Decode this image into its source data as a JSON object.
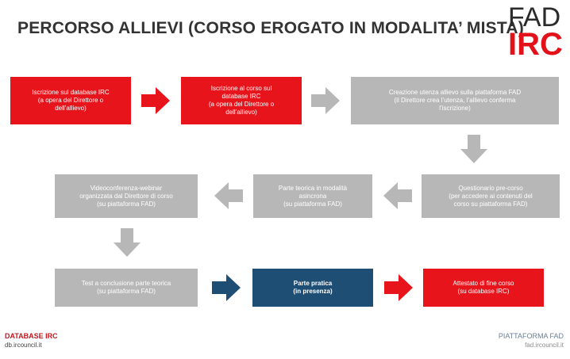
{
  "title": "PERCORSO ALLIEVI (CORSO EROGATO IN MODALITA’ MISTA)",
  "logo": {
    "line1": "FAD",
    "line2": "IRC"
  },
  "steps": [
    {
      "text": "Iscrizione sul database IRC\n(a opera del Direttore o\ndell’allievo)",
      "color": "red"
    },
    {
      "text": "Iscrizione al corso sul\ndatabase IRC\n(a opera del Direttore o\ndell’allievo)",
      "color": "red"
    },
    {
      "text": "Creazione utenza allievo sulla piattaforma FAD\n(il Direttore crea l’utenza, l’allievo conferma\nl’iscrizione)",
      "color": "grey"
    },
    {
      "text": "Questionario pre-corso\n(per accedere ai contenuti del\ncorso su piattaforma FAD)",
      "color": "grey"
    },
    {
      "text": "Parte teorica in modalità\nasincrona\n(su piattaforma FAD)",
      "color": "grey"
    },
    {
      "text": "Videoconferenza-webinar\norganizzata dal Direttore di corso\n(su piattaforma FAD)",
      "color": "grey"
    },
    {
      "text": "Test a conclusione parte teorica\n(su piattaforma FAD)",
      "color": "grey"
    },
    {
      "text": "Parte pratica\n(in presenza)",
      "color": "blue"
    },
    {
      "text": "Attestato di fine corso\n(su database IRC)",
      "color": "red"
    }
  ],
  "colors": {
    "red": "#e8141c",
    "grey": "#b7b7b7",
    "blue": "#1f4e75"
  },
  "footer": {
    "left_title": "DATABASE IRC",
    "left_url": "db.ircouncil.it",
    "right_title": "PIATTAFORMA FAD",
    "right_url": "fad.ircouncil.it"
  }
}
